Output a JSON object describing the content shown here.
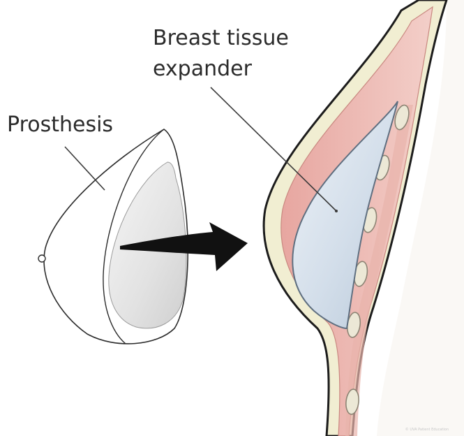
{
  "labels": {
    "expander_line1": "Breast tissue",
    "expander_line2": "expander",
    "prosthesis": "Prosthesis"
  },
  "credit": "© UVA Patient Education",
  "colors": {
    "skin": "#f1eed2",
    "muscle": "#e9a9a2",
    "expander_fill": "#d6e2ec",
    "outline": "#1c1c1c",
    "arrow": "#111111",
    "rib": "#e3ddc9"
  }
}
